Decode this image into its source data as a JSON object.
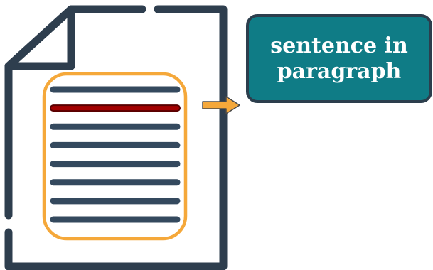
{
  "callout": {
    "label": "sentence in\nparagraph"
  },
  "document": {
    "line_count": 8,
    "highlighted_line": 2
  },
  "colors": {
    "document_outline": "#2e3e4e",
    "text_line": "#34495e",
    "highlight_line": "#a30000",
    "highlight_outline": "#5a0000",
    "paragraph_box": "#f5a83a",
    "arrow_fill": "#f5a83a",
    "arrow_outline": "#4a4a4a",
    "callout_fill": "#0f7c86",
    "callout_border": "#2c3e4d",
    "callout_text": "#ffffff"
  }
}
